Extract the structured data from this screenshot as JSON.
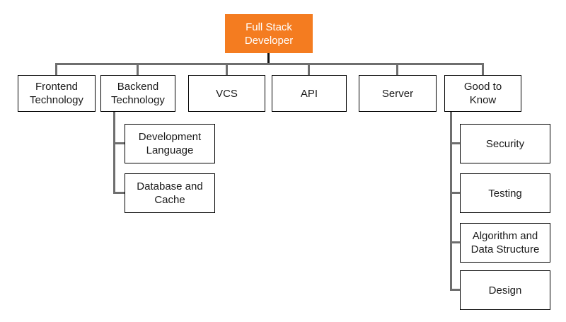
{
  "colors": {
    "background": "#FFFFFF",
    "root_fill": "#F47C20",
    "root_text": "#FFFFFF",
    "node_fill": "#FFFFFF",
    "node_border": "#000000",
    "node_text": "#1A1A1A",
    "connector_gray": "#6E6E6E",
    "connector_black": "#111111"
  },
  "tree": {
    "root": {
      "label": "Full Stack\nDeveloper"
    },
    "children": [
      {
        "label": "Frontend\nTechnology"
      },
      {
        "label": "Backend\nTechnology",
        "children": [
          {
            "label": "Development\nLanguage"
          },
          {
            "label": "Database and\nCache"
          }
        ]
      },
      {
        "label": "VCS"
      },
      {
        "label": "API"
      },
      {
        "label": "Server"
      },
      {
        "label": "Good to\nKnow",
        "children": [
          {
            "label": "Security"
          },
          {
            "label": "Testing"
          },
          {
            "label": "Algorithm and\nData Structure"
          },
          {
            "label": "Design"
          }
        ]
      }
    ]
  }
}
